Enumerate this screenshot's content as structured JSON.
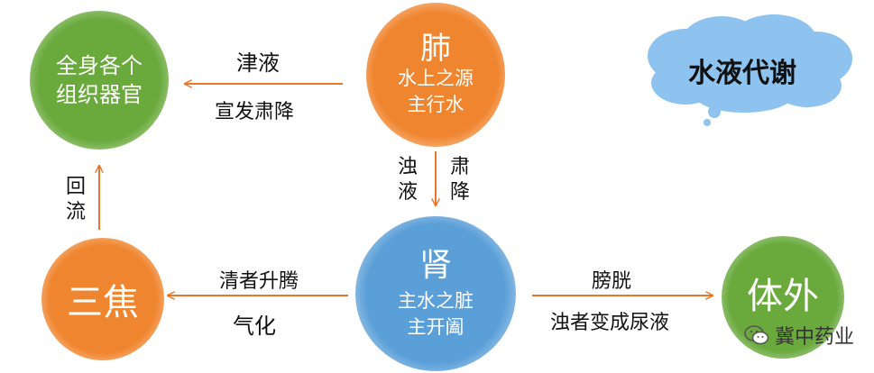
{
  "colors": {
    "green": "#6aaa3d",
    "orange": "#f0852f",
    "blue": "#5a9fd8",
    "cloud": "#8dc3ee",
    "arrow": "#e8772b"
  },
  "nodes": {
    "tissues": {
      "line1": "全身各个",
      "line2": "组织器官"
    },
    "lung": {
      "title": "肺",
      "line1": "水上之源",
      "line2": "主行水"
    },
    "kidney": {
      "title": "肾",
      "line1": "主水之脏",
      "line2": "主开阖"
    },
    "sanjiao": {
      "title": "三焦"
    },
    "outside": {
      "title": "体外"
    }
  },
  "edges": {
    "lung_to_tissues": {
      "top": "津液",
      "bottom": "宣发肃降"
    },
    "lung_to_kidney": {
      "left": [
        "浊",
        "液"
      ],
      "right": [
        "肃",
        "降"
      ]
    },
    "sanjiao_to_tissues": {
      "side": [
        "回",
        "流"
      ]
    },
    "kidney_to_sanjiao": {
      "top": "清者升腾",
      "bottom": "气化"
    },
    "kidney_to_outside": {
      "top": "膀胱",
      "bottom": "浊者变成尿液"
    }
  },
  "cloud": {
    "title": "水液代谢"
  },
  "watermark": {
    "text": "冀中药业",
    "icon": "wechat-icon"
  }
}
